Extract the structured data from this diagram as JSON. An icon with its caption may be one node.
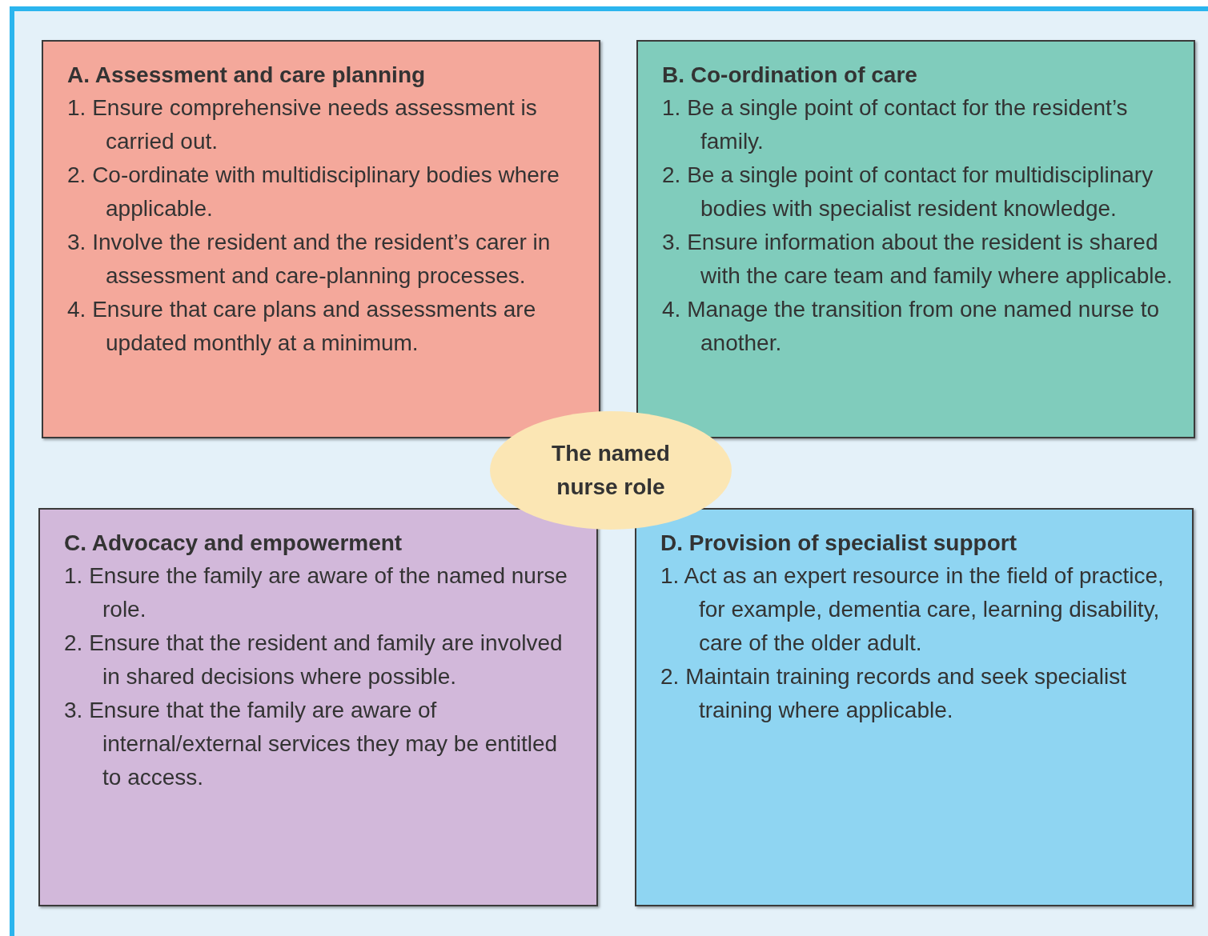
{
  "diagram": {
    "nodes": [
      {
        "text": [
          "A. Assessment and care planning",
          "1. Ensure comprehensive needs assessment is carried out.",
          "2. Co-ordinate with multidisciplinary bodies where applicable.",
          "3. Involve the resident and the resident’s carer in assessment and care-planning processes.",
          "4. Ensure that care plans and assessments are updated monthly at a minimum."
        ]
      },
      {
        "text": [
          "B. Co-ordination of care",
          "1. Be a single point of contact for the resident’s family.",
          "2. Be a single point of contact for multidisciplinary bodies with specialist resident knowledge.",
          "3. Ensure information about the resident is shared with the care team and family where applicable.",
          "4. Manage the transition from one named nurse to another."
        ]
      },
      {
        "text": [
          "The named nurse role"
        ]
      },
      {
        "text": [
          "C. Advocacy and empowerment",
          "1. Ensure the family are aware of the named nurse role.",
          "2. Ensure that the resident and family are involved in shared decisions where possible.",
          "3. Ensure that the family are aware of internal/external services they may be entitled to access."
        ]
      },
      {
        "text": [
          "D. Provision of specialist support",
          "1. Act as an expert resource in the field of practice, for example, dementia care, learning disability, care of the older adult.",
          "2. Maintain training records and seek specialist training where applicable."
        ]
      }
    ],
    "edges": []
  }
}
